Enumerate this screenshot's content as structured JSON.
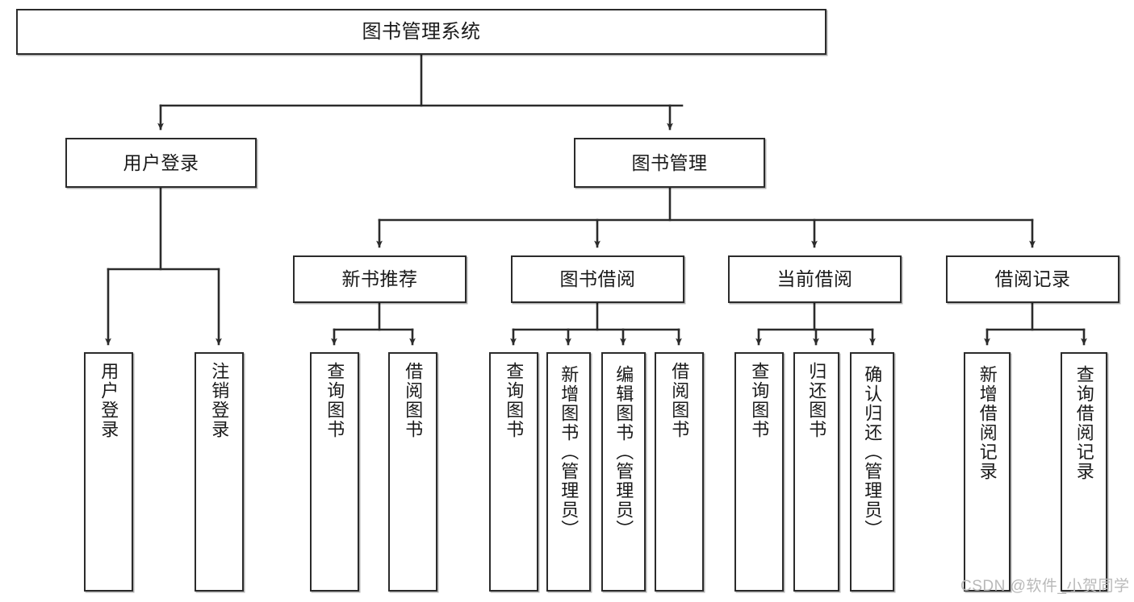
{
  "diagram": {
    "title": "图书管理系统",
    "type": "tree",
    "watermark": "CSDN @软件_小贺同学",
    "colors": {
      "box_border": "#2b2b2b",
      "box_fill": "#ffffff",
      "edge": "#2b2b2b",
      "text": "#1a1a1a",
      "watermark": "#b9b9b9"
    },
    "levels": {
      "root": {
        "label": "图书管理系统"
      },
      "level2": [
        {
          "id": "user-login",
          "label": "用户登录"
        },
        {
          "id": "book-manage",
          "label": "图书管理"
        }
      ],
      "level3": [
        {
          "id": "new-book-rec",
          "label": "新书推荐",
          "parent": "book-manage"
        },
        {
          "id": "book-borrow",
          "label": "图书借阅",
          "parent": "book-manage"
        },
        {
          "id": "current-borrow",
          "label": "当前借阅",
          "parent": "book-manage"
        },
        {
          "id": "borrow-record",
          "label": "借阅记录",
          "parent": "book-manage"
        }
      ],
      "leaves": [
        {
          "id": "leaf-1",
          "label": "用户登录",
          "parent": "user-login"
        },
        {
          "id": "leaf-2",
          "label": "注销登录",
          "parent": "user-login"
        },
        {
          "id": "leaf-3",
          "label": "查询图书",
          "parent": "new-book-rec"
        },
        {
          "id": "leaf-4",
          "label": "借阅图书",
          "parent": "new-book-rec"
        },
        {
          "id": "leaf-5",
          "label": "查询图书",
          "parent": "book-borrow"
        },
        {
          "id": "leaf-6",
          "label": "新增图书（管理员）",
          "parent": "book-borrow"
        },
        {
          "id": "leaf-7",
          "label": "编辑图书（管理员）",
          "parent": "book-borrow"
        },
        {
          "id": "leaf-8",
          "label": "借阅图书",
          "parent": "book-borrow"
        },
        {
          "id": "leaf-9",
          "label": "查询图书",
          "parent": "current-borrow"
        },
        {
          "id": "leaf-10",
          "label": "归还图书",
          "parent": "current-borrow"
        },
        {
          "id": "leaf-11",
          "label": "确认归还（管理员）",
          "parent": "current-borrow"
        },
        {
          "id": "leaf-12",
          "label": "新增借阅记录",
          "parent": "borrow-record"
        },
        {
          "id": "leaf-13",
          "label": "查询借阅记录",
          "parent": "borrow-record"
        }
      ]
    }
  }
}
